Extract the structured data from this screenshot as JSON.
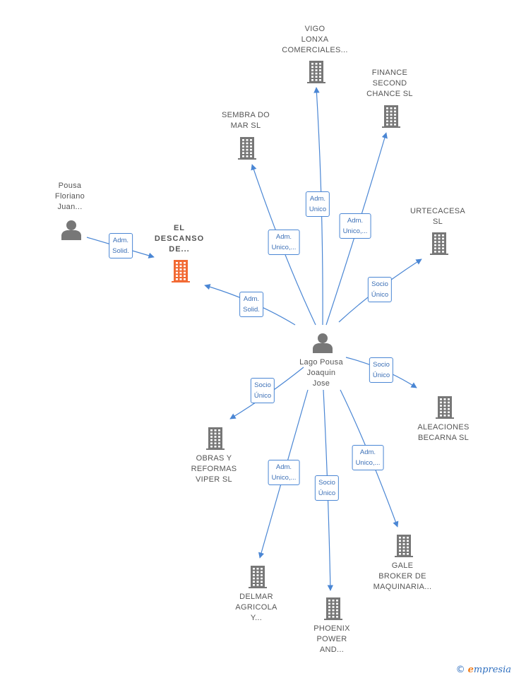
{
  "colors": {
    "edge": "#4a86d4",
    "building": "#777777",
    "focus_building": "#f26a34",
    "person": "#777777"
  },
  "nodes": [
    {
      "id": "center",
      "label": "Lago Pousa\nJoaquin\nJose",
      "type": "person"
    },
    {
      "id": "pousa",
      "label": "Pousa\nFloriano\nJuan...",
      "type": "person"
    },
    {
      "id": "descanso",
      "label": "EL\nDESCANSO\nDE...",
      "type": "company-focus"
    },
    {
      "id": "vigo",
      "label": "VIGO\nLONXA\nCOMERCIALES...",
      "type": "company"
    },
    {
      "id": "finance",
      "label": "FINANCE\nSECOND\nCHANCE  SL",
      "type": "company"
    },
    {
      "id": "sembra",
      "label": "SEMBRA DO\nMAR  SL",
      "type": "company"
    },
    {
      "id": "urtecacesa",
      "label": "URTECACESA\nSL",
      "type": "company"
    },
    {
      "id": "aleaciones",
      "label": "ALEACIONES\nBECARNA  SL",
      "type": "company"
    },
    {
      "id": "obras",
      "label": "OBRAS Y\nREFORMAS\nVIPER SL",
      "type": "company"
    },
    {
      "id": "delmar",
      "label": "DELMAR\nAGRICOLA\nY...",
      "type": "company"
    },
    {
      "id": "phoenix",
      "label": "PHOENIX\nPOWER\nAND...",
      "type": "company"
    },
    {
      "id": "gale",
      "label": "GALE\nBROKER DE\nMAQUINARIA...",
      "type": "company"
    }
  ],
  "edges": [
    {
      "from": "pousa",
      "to": "descanso",
      "label": "Adm.\nSolid."
    },
    {
      "from": "center",
      "to": "descanso",
      "label": "Adm.\nSolid."
    },
    {
      "from": "center",
      "to": "sembra",
      "label": "Adm.\nUnico,..."
    },
    {
      "from": "center",
      "to": "vigo",
      "label": "Adm.\nUnico"
    },
    {
      "from": "center",
      "to": "finance",
      "label": "Adm.\nUnico,..."
    },
    {
      "from": "center",
      "to": "urtecacesa",
      "label": "Socio\nÚnico"
    },
    {
      "from": "center",
      "to": "aleaciones",
      "label": "Socio\nÚnico"
    },
    {
      "from": "center",
      "to": "obras",
      "label": "Socio\nÚnico"
    },
    {
      "from": "center",
      "to": "delmar",
      "label": "Adm.\nUnico,..."
    },
    {
      "from": "center",
      "to": "phoenix",
      "label": "Socio\nÚnico"
    },
    {
      "from": "center",
      "to": "gale",
      "label": "Adm.\nUnico,..."
    }
  ],
  "footer": {
    "copyright": "©",
    "brand_first": "e",
    "brand_rest": "mpresia"
  }
}
